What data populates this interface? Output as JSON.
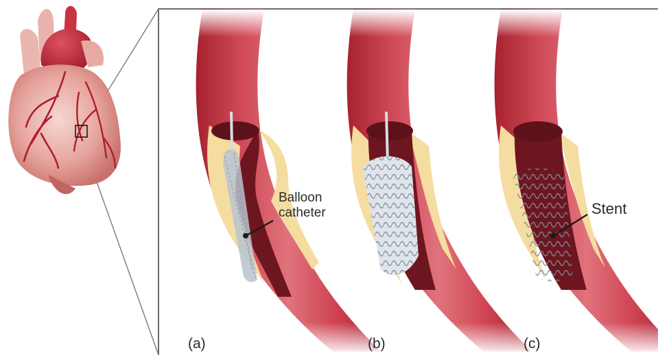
{
  "labels": {
    "panel_a": "(a)",
    "panel_b": "(b)",
    "panel_c": "(c)",
    "balloon_line1": "Balloon",
    "balloon_line2": "catheter",
    "stent": "Stent"
  },
  "colors": {
    "artery_outer": "#b52a3a",
    "artery_mid": "#d9636d",
    "artery_inner": "#f0a7ab",
    "plaque": "#f6dfa1",
    "lumen": "#7a1620",
    "heart": "#e8a8a2",
    "heart_dark": "#c5304a",
    "frame": "#6b6b6b"
  }
}
